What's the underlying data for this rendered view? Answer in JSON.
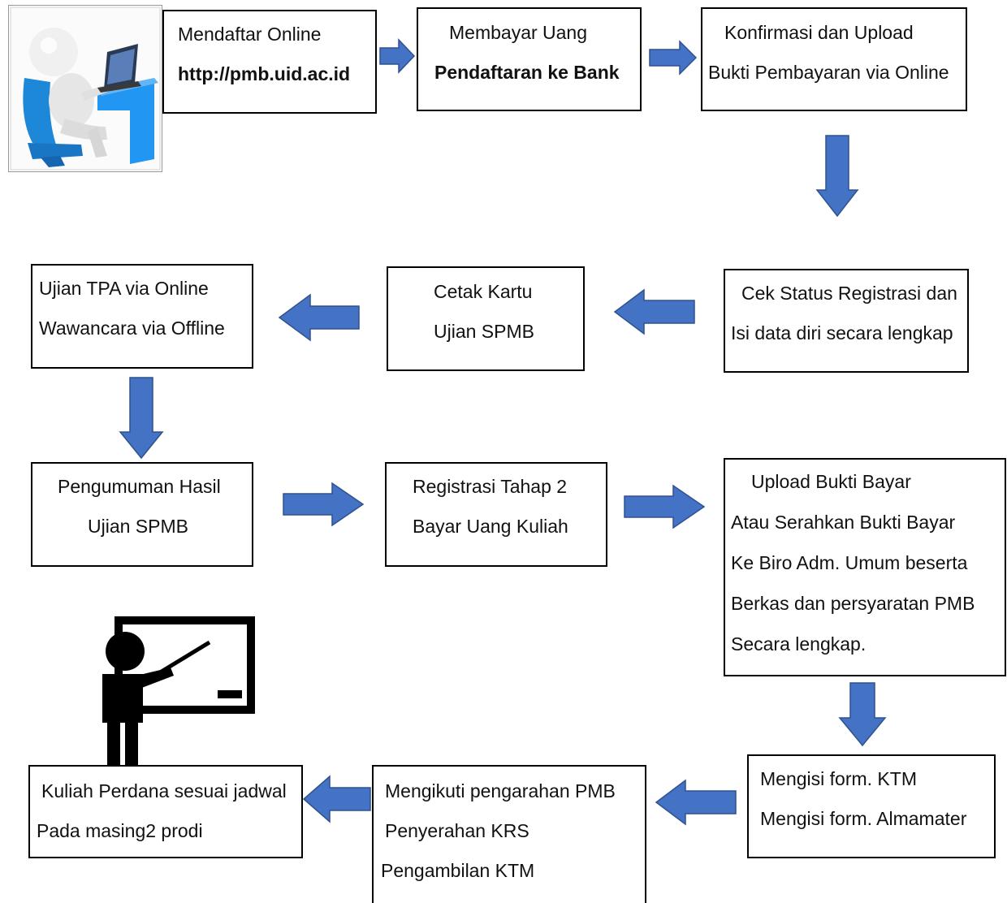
{
  "colors": {
    "arrow_fill": "#4472C4",
    "arrow_stroke": "#2F528F",
    "box_border": "#000000",
    "text": "#111111"
  },
  "illustrations": {
    "top_left": "3d-person-at-laptop-icon",
    "bottom_left": "teacher-at-whiteboard-icon"
  },
  "steps": [
    {
      "lines": [
        "Mendaftar Online",
        "http://pmb.uid.ac.id"
      ]
    },
    {
      "lines": [
        "Membayar Uang",
        "Pendaftaran ke Bank"
      ]
    },
    {
      "lines": [
        "Konfirmasi dan Upload",
        "Bukti Pembayaran via Online"
      ]
    },
    {
      "lines": [
        "Cek Status Registrasi dan",
        "Isi data diri secara lengkap"
      ]
    },
    {
      "lines": [
        "Cetak Kartu",
        "Ujian SPMB"
      ]
    },
    {
      "lines": [
        "Ujian TPA  via Online",
        "Wawancara via Offline"
      ]
    },
    {
      "lines": [
        "Pengumuman Hasil",
        "Ujian SPMB"
      ]
    },
    {
      "lines": [
        "Registrasi Tahap 2",
        "Bayar Uang Kuliah"
      ]
    },
    {
      "lines": [
        "Upload Bukti Bayar",
        "Atau Serahkan Bukti Bayar",
        "Ke Biro Adm. Umum beserta",
        "Berkas dan persyaratan PMB",
        "Secara lengkap."
      ]
    },
    {
      "lines": [
        "Mengisi form. KTM",
        "Mengisi form. Almamater"
      ]
    },
    {
      "lines": [
        "Mengikuti pengarahan PMB",
        "Penyerahan KRS",
        "Pengambilan KTM"
      ]
    },
    {
      "lines": [
        "Kuliah Perdana sesuai jadwal",
        "Pada masing2 prodi"
      ]
    }
  ]
}
